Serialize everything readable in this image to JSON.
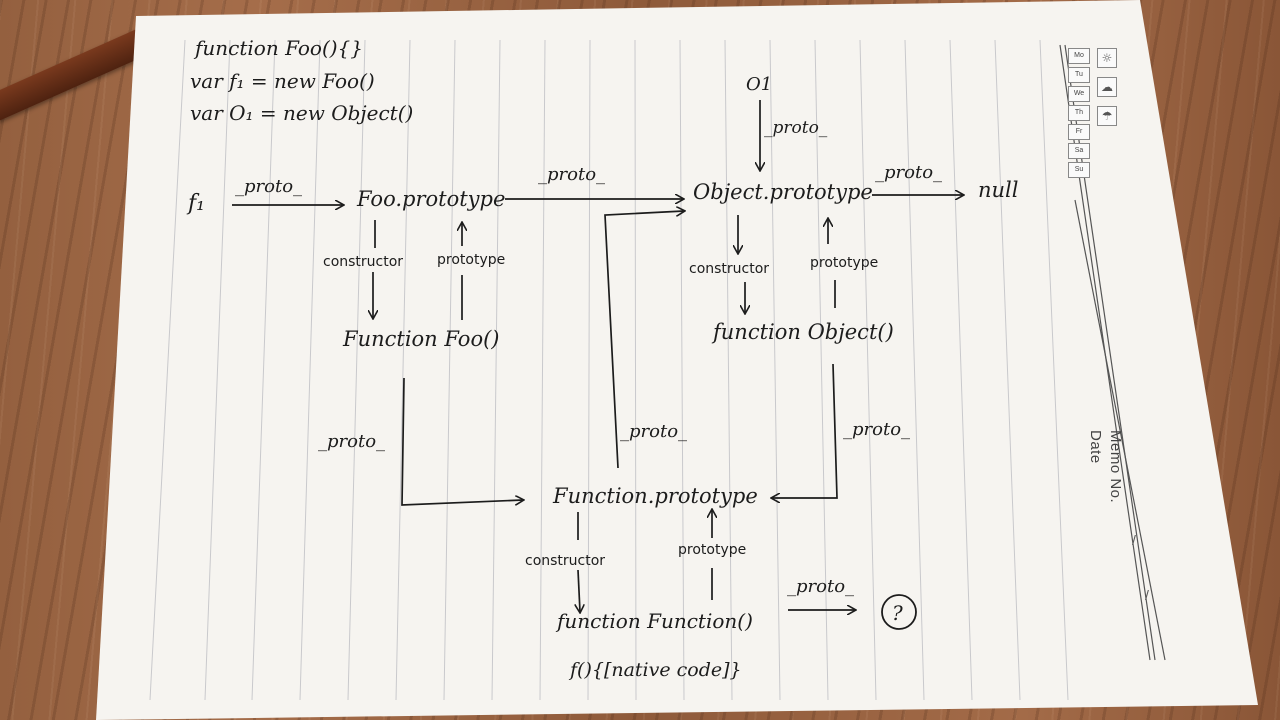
{
  "code": {
    "line1": "function Foo(){}",
    "line2": "var f₁ = new Foo()",
    "line3": "var O₁ = new Object()"
  },
  "nodes": {
    "f1": "f₁",
    "o1": "O1",
    "foo_prototype": "Foo.prototype",
    "object_prototype": "Object.prototype",
    "null": "null",
    "function_foo": "Function Foo()",
    "function_object": "function Object()",
    "function_prototype": "Function.prototype",
    "function_function": "function Function()",
    "native_code": "f(){[native code]}",
    "unknown": "?"
  },
  "edges": {
    "proto": "_proto_",
    "constructor": "constructor",
    "prototype": "prototype"
  },
  "memo": {
    "memo_no": "Memo No.",
    "date": "Date",
    "slash1": "/",
    "slash2": "/",
    "weekdays": [
      "Mo",
      "Tu",
      "We",
      "Th",
      "Fr",
      "Sa",
      "Su"
    ],
    "weather_icons": [
      "sun-icon",
      "cloud-icon",
      "rain-icon"
    ]
  }
}
